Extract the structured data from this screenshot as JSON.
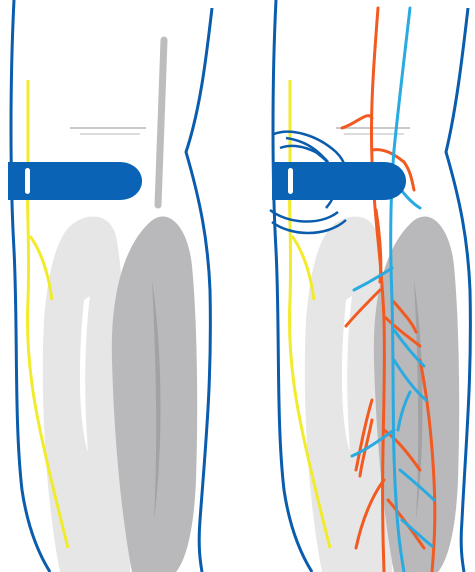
{
  "diagram": {
    "panels": [
      {
        "key": "left",
        "shows_vessels": false,
        "shows_signal_arcs": false
      },
      {
        "key": "right",
        "shows_vessels": true,
        "shows_signal_arcs": true
      }
    ],
    "colors": {
      "outline": "#0a5cad",
      "cuff": "#0a63b5",
      "cuff_mark": "#ffffff",
      "nerve": "#f2eb2c",
      "artery": "#f25a22",
      "vein": "#29aae1",
      "muscle_light": "#e6e6e7",
      "muscle_dark": "#b9b9bb",
      "muscle_shadow": "#a2a2a5",
      "bone_line": "#bdbdc0"
    },
    "icons": [
      "limb-outline",
      "compression-cuff",
      "nerve-line",
      "artery-vessels",
      "vein-vessels",
      "signal-arcs-icon"
    ]
  }
}
